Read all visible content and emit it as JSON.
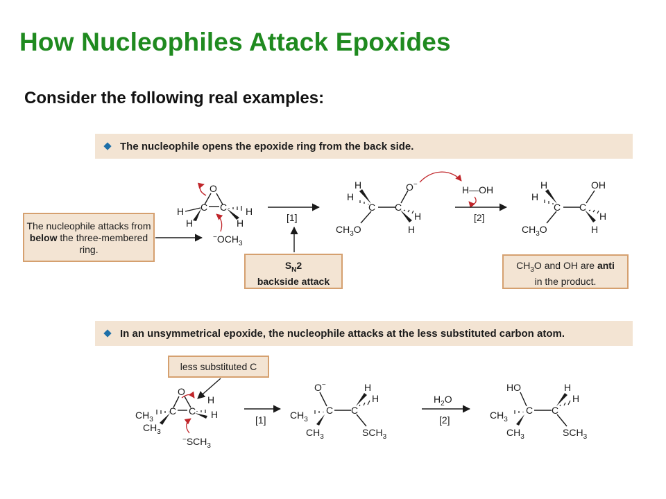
{
  "title": "How Nucleophiles Attack Epoxides",
  "subtitle": "Consider the following real examples:",
  "section1": {
    "banner": "The nucleophile opens the epoxide ring from the back side.",
    "note_left": {
      "text1": "The nucleophile attacks from ",
      "bold": "below",
      "text2": " the three-membered ring."
    },
    "note_sn2": {
      "sn": "S",
      "sub": "N",
      "num": "2",
      "line2": "backside attack"
    },
    "note_anti": {
      "text1": "CH",
      "sub": "3",
      "text2": "O and OH are ",
      "bold": "anti",
      "text3": " in the product."
    },
    "step1": "[1]",
    "step2": "[2]",
    "nucleophile": {
      "pre": "−",
      "main": "OCH",
      "sub": "3"
    },
    "water": "H—OH",
    "alkoxide": "O",
    "alkoxide_charge": "−",
    "hydroxyl": "OH",
    "methoxy": {
      "main": "CH",
      "sub": "3",
      "tail": "O"
    },
    "atoms": {
      "O": "O",
      "C": "C",
      "H": "H"
    }
  },
  "section2": {
    "banner": "In an unsymmetrical epoxide, the nucleophile attacks at the less substituted carbon atom.",
    "note_less": "less substituted C",
    "step1": "[1]",
    "step2": "[2]",
    "reagent": {
      "main": "H",
      "sub": "2",
      "tail": "O"
    },
    "nucleophile": {
      "pre": "−",
      "main": "SCH",
      "sub": "3"
    },
    "methyl": {
      "main": "CH",
      "sub": "3"
    },
    "alkoxide": "O",
    "alkoxide_charge": "−",
    "hydroxyl": "HO",
    "atoms": {
      "O": "O",
      "C": "C",
      "H": "H"
    }
  },
  "colors": {
    "title": "#1f8a1f",
    "banner_bg": "#f3e4d3",
    "note_border": "#d5a06f",
    "arrow_red": "#c0252a",
    "bullet": "#1d6fa8"
  }
}
